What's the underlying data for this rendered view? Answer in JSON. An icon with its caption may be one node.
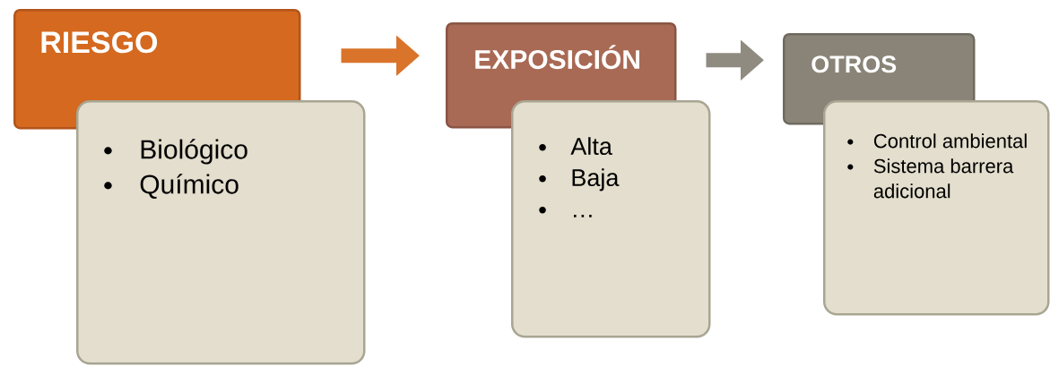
{
  "diagram": {
    "nodes": [
      {
        "text": [
          "RIESGO"
        ]
      },
      {
        "text": [
          "Biológico",
          "Químico"
        ]
      },
      {
        "text": [
          "EXPOSICIÓN"
        ]
      },
      {
        "text": [
          "Alta",
          "Baja",
          "…"
        ]
      },
      {
        "text": [
          "OTROS"
        ]
      },
      {
        "text": [
          "Control ambiental",
          "Sistema barrera adicional"
        ]
      }
    ],
    "edges": [
      {
        "from": 0,
        "to": 2,
        "arrow": "to",
        "color": "#d9742a"
      },
      {
        "from": 2,
        "to": 4,
        "arrow": "to",
        "color": "#8f8b80"
      }
    ]
  }
}
